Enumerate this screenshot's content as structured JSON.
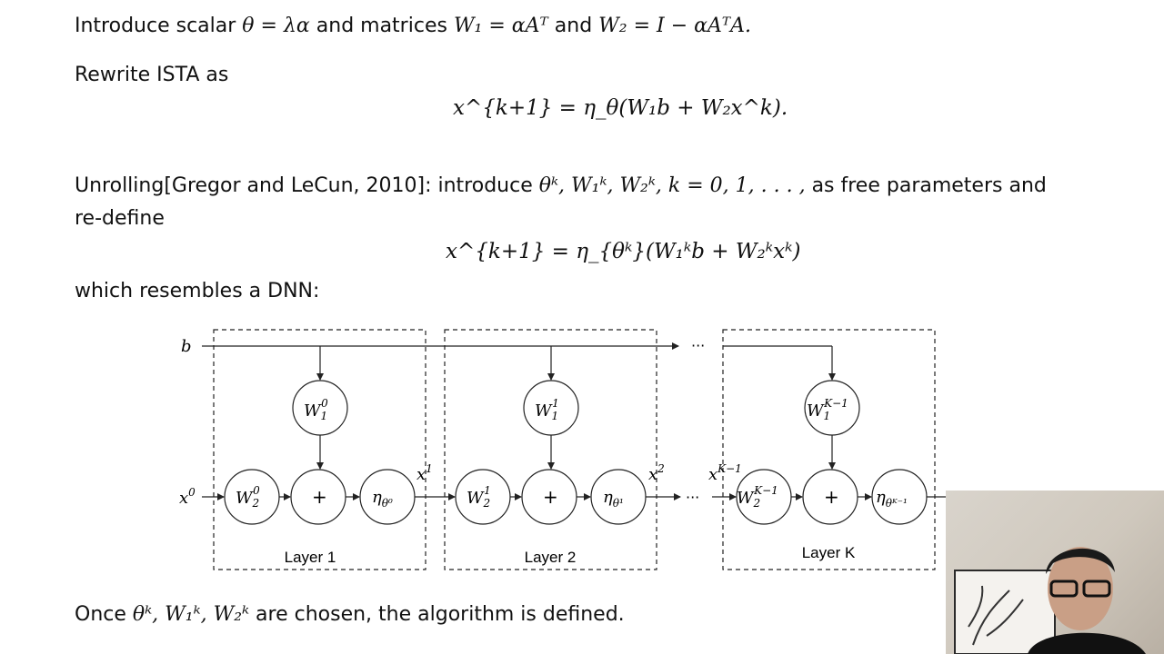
{
  "slide": {
    "intro": {
      "prefix": "Introduce scalar",
      "theta_eq": "θ = λα",
      "mid": "and matrices",
      "w1_eq": "W₁ = αAᵀ",
      "and": "and",
      "w2_eq": "W₂ = I − αAᵀA."
    },
    "rewrite": "Rewrite ISTA as",
    "eq1": "x^{k+1} = η_θ(W₁b + W₂x^k).",
    "unrolling": {
      "prefix": "Unrolling[Gregor and LeCun, 2010]: introduce",
      "params": "θᵏ, W₁ᵏ, W₂ᵏ, k = 0, 1, . . . ,",
      "suffix": "as free parameters and",
      "line2": "re-define"
    },
    "eq2": "x^{k+1} = η_{θᵏ}(W₁ᵏb + W₂ᵏxᵏ)",
    "resembles": "which resembles a DNN:",
    "conclusion": {
      "prefix": "Once",
      "params": "θᵏ, W₁ᵏ, W₂ᵏ",
      "suffix": "are chosen, the algorithm is defined."
    }
  },
  "diagram": {
    "input_b": "b",
    "input_x0": "x",
    "ellipsis": "···",
    "layers": [
      {
        "label": "Layer 1",
        "w1": "W",
        "w1_sup": "0",
        "w2": "W",
        "w2_sup": "0",
        "plus": "+",
        "eta": "η",
        "eta_sub": "θ⁰",
        "out": "x",
        "out_sup": "1"
      },
      {
        "label": "Layer 2",
        "w1": "W",
        "w1_sup": "1",
        "w2": "W",
        "w2_sup": "1",
        "plus": "+",
        "eta": "η",
        "eta_sub": "θ¹",
        "out": "x",
        "out_sup": "2"
      },
      {
        "label": "Layer K",
        "w1": "W",
        "w1_sup": "K−1",
        "w2": "W",
        "w2_sup": "K−1",
        "plus": "+",
        "eta": "η",
        "eta_sub": "θᴷ⁻¹",
        "in": "x",
        "in_sup": "K−1"
      }
    ]
  },
  "colors": {
    "text": "#111111",
    "background": "#ffffff",
    "stroke": "#222222"
  }
}
